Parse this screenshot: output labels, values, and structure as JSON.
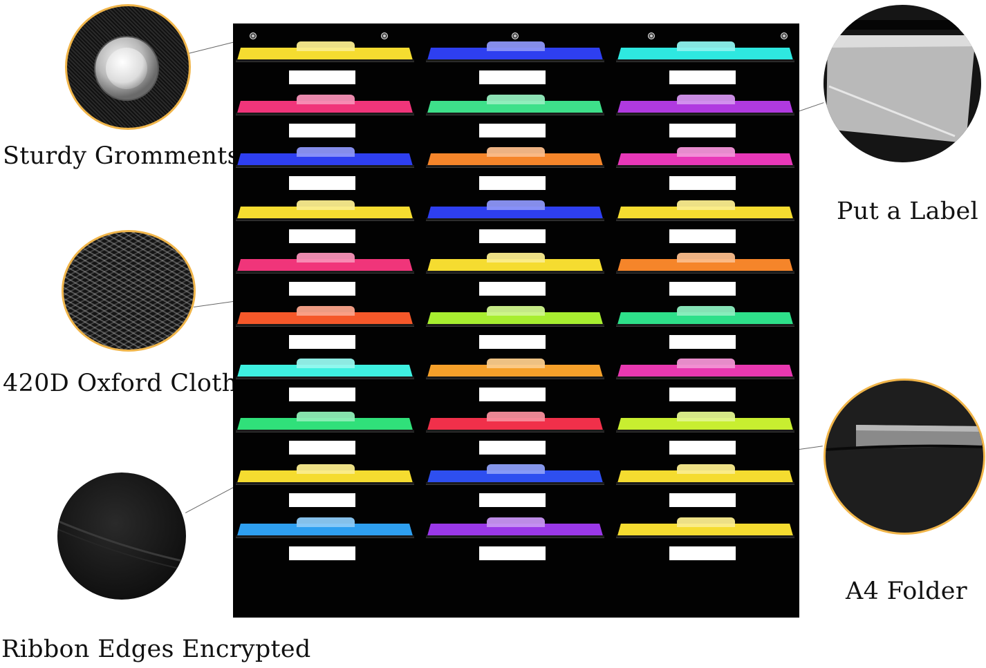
{
  "captions": {
    "grommets": "Sturdy Gromments",
    "oxford": "420D Oxford Cloth",
    "ribbon": "Ribbon Edges Encrypted",
    "label": "Put a Label",
    "folder": "A4 Folder"
  },
  "detail_views": [
    {
      "name": "grommet-closeup",
      "depicts": "metal grommet on black fabric"
    },
    {
      "name": "oxford-cloth-closeup",
      "depicts": "woven black fabric texture"
    },
    {
      "name": "ribbon-edge-closeup",
      "depicts": "stitched black ribbon edge"
    },
    {
      "name": "label-closeup",
      "depicts": "clear label pocket"
    },
    {
      "name": "folder-closeup",
      "depicts": "folder in black pocket"
    }
  ],
  "product": {
    "board_color": "#020202",
    "rows": 10,
    "columns": 3,
    "folder_colors": [
      [
        "#f5dc30",
        "#2e3ff0",
        "#2ee8e0"
      ],
      [
        "#f0357a",
        "#3ee08a",
        "#b03ae0"
      ],
      [
        "#2e3ff0",
        "#f5852a",
        "#e838b8"
      ],
      [
        "#f5dc30",
        "#2e3ff0",
        "#f5dc30"
      ],
      [
        "#f0357a",
        "#f5dc30",
        "#f5852a"
      ],
      [
        "#f5582a",
        "#a8ee30",
        "#2ee08a"
      ],
      [
        "#3ef0e0",
        "#f5a02a",
        "#e838b0"
      ],
      [
        "#30e07a",
        "#f0304a",
        "#c8ee30"
      ],
      [
        "#f5dc30",
        "#2e4ff0",
        "#f5dc30"
      ],
      [
        "#2e9ff0",
        "#9a38e8",
        "#f5dc30"
      ]
    ]
  }
}
